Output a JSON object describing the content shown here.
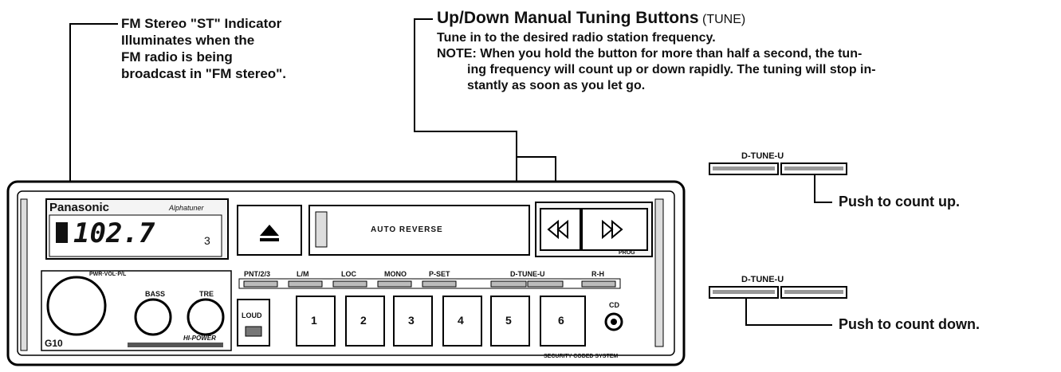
{
  "st_callout": {
    "lines": [
      "FM Stereo \"ST\" Indicator",
      "Illuminates when the",
      "FM radio is being",
      "broadcast in \"FM stereo\"."
    ]
  },
  "tune_callout": {
    "title": "Up/Down Manual Tuning Buttons",
    "title_suffix": "(TUNE)",
    "desc": "Tune in to the desired radio station frequency.",
    "note_lines": [
      "NOTE: When you hold the button for more than half a second, the tun-",
      "ing frequency will count up or down rapidly. The tuning will stop in-",
      "stantly as soon as you let go."
    ]
  },
  "detail_up": {
    "label": "D-TUNE-U",
    "caption": "Push to count up."
  },
  "detail_down": {
    "label": "D-TUNE-U",
    "caption": "Push to count down."
  },
  "radio": {
    "brand": "Panasonic",
    "model_script": "Alphatuner",
    "display_freq": "102.7",
    "display_band": "3",
    "tape_label": "AUTO REVERSE",
    "small_labels": [
      "PROG",
      "PWR·VOL·P/L",
      "BASS",
      "TRE",
      "PNT/2/3",
      "L/M",
      "LOC",
      "MONO",
      "P-SET",
      "D-TUNE-U",
      "R-H"
    ],
    "presets": [
      "1",
      "2",
      "3",
      "4",
      "5",
      "6"
    ],
    "loud": "LOUD",
    "model": "G10",
    "hi_power": "HI-POWER",
    "security": "SECURITY CODED SYSTEM",
    "cd": "CD"
  }
}
